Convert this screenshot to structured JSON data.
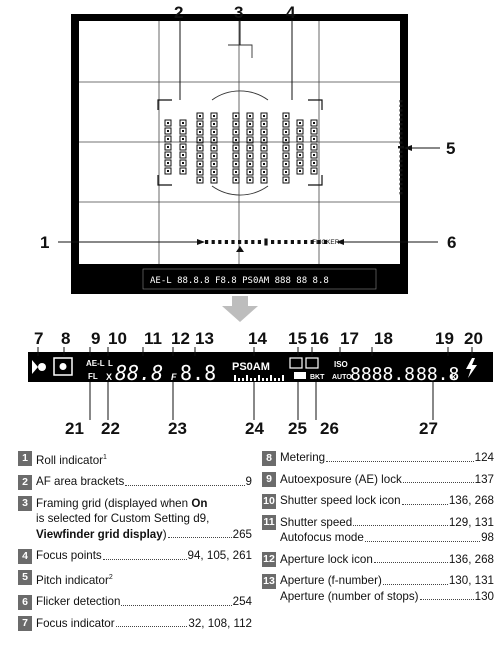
{
  "top_callouts": [
    "2",
    "3",
    "4",
    "5",
    "1",
    "6"
  ],
  "viewfinder": {
    "flicker_label": "FLICKER",
    "strip_text": "AE-L  88.8.8 F8.8 PS0AM  888 88 8.8"
  },
  "bottom_callouts": [
    "7",
    "8",
    "9",
    "10",
    "11",
    "12",
    "13",
    "14",
    "15",
    "16",
    "17",
    "18",
    "19",
    "20",
    "21",
    "22",
    "23",
    "24",
    "25",
    "26",
    "27"
  ],
  "panel": {
    "ae_l": "AE-L",
    "fl": "FL",
    "l_mark": "L",
    "x_mark": "X",
    "shutter_digits": "88.8",
    "f_mark": "F",
    "aperture_digits": "8.8",
    "modes": "PS0AM",
    "iso": "ISO",
    "auto": "AUTO",
    "iso_digits": "8888.8",
    "count_digits": "88.8",
    "k_mark": "K",
    "bkt": "BKT"
  },
  "legend": {
    "left": [
      {
        "num": "1",
        "lines": [
          {
            "label": "Roll indicator",
            "sup": "1",
            "page": ""
          }
        ]
      },
      {
        "num": "2",
        "lines": [
          {
            "label": "AF area brackets",
            "page": "9"
          }
        ]
      },
      {
        "num": "3",
        "lines": [
          {
            "label_parts": [
              "Framing grid (displayed when ",
              "On"
            ],
            "page": ""
          },
          {
            "label": "is selected for Custom Setting d9,",
            "page": ""
          },
          {
            "label_bold": "Viewfinder grid display",
            "label_after": ")",
            "page": "265"
          }
        ]
      },
      {
        "num": "4",
        "lines": [
          {
            "label": "Focus points",
            "page": "94, 105, 261"
          }
        ]
      },
      {
        "num": "5",
        "lines": [
          {
            "label": "Pitch indicator",
            "sup": "2",
            "page": ""
          }
        ]
      },
      {
        "num": "6",
        "lines": [
          {
            "label": "Flicker detection",
            "page": "254"
          }
        ]
      },
      {
        "num": "7",
        "lines": [
          {
            "label": "Focus indicator",
            "page": "32, 108, 112"
          }
        ]
      }
    ],
    "right": [
      {
        "num": "8",
        "lines": [
          {
            "label": "Metering",
            "page": "124"
          }
        ]
      },
      {
        "num": "9",
        "lines": [
          {
            "label": "Autoexposure (AE) lock",
            "page": "137"
          }
        ]
      },
      {
        "num": "10",
        "lines": [
          {
            "label": "Shutter speed lock icon",
            "page": "136, 268"
          }
        ]
      },
      {
        "num": "11",
        "lines": [
          {
            "label": "Shutter speed",
            "page": "129, 131"
          },
          {
            "label": "Autofocus mode",
            "page": "98"
          }
        ]
      },
      {
        "num": "12",
        "lines": [
          {
            "label": "Aperture lock icon",
            "page": "136, 268"
          }
        ]
      },
      {
        "num": "13",
        "lines": [
          {
            "label": "Aperture (f-number)",
            "page": "130, 131"
          },
          {
            "label": "Aperture (number of stops)",
            "page": "130"
          }
        ]
      }
    ]
  }
}
